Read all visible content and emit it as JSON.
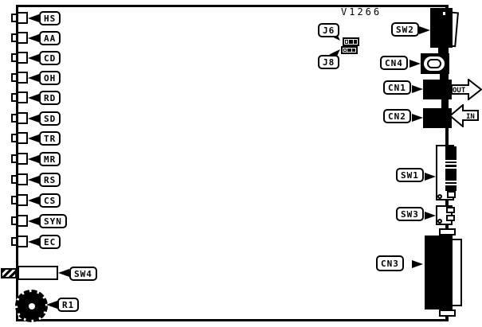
{
  "diagram": {
    "version_label": "V1266",
    "led_indicators": [
      "HS",
      "AA",
      "CD",
      "OH",
      "RD",
      "SD",
      "TR",
      "MR",
      "RS",
      "CS",
      "SYN",
      "EC"
    ],
    "jumpers": {
      "j6": "J6",
      "j8": "J8"
    },
    "switches": {
      "sw1": "SW1",
      "sw2": "SW2",
      "sw3": "SW3",
      "sw4": "SW4"
    },
    "connectors": {
      "cn1": "CN1",
      "cn2": "CN2",
      "cn3": "CN3",
      "cn4": "CN4"
    },
    "potentiometer": "R1",
    "signal_arrows": {
      "out": "OUT",
      "in": "IN"
    },
    "colors": {
      "line": "#000000",
      "background": "#ffffff"
    }
  }
}
